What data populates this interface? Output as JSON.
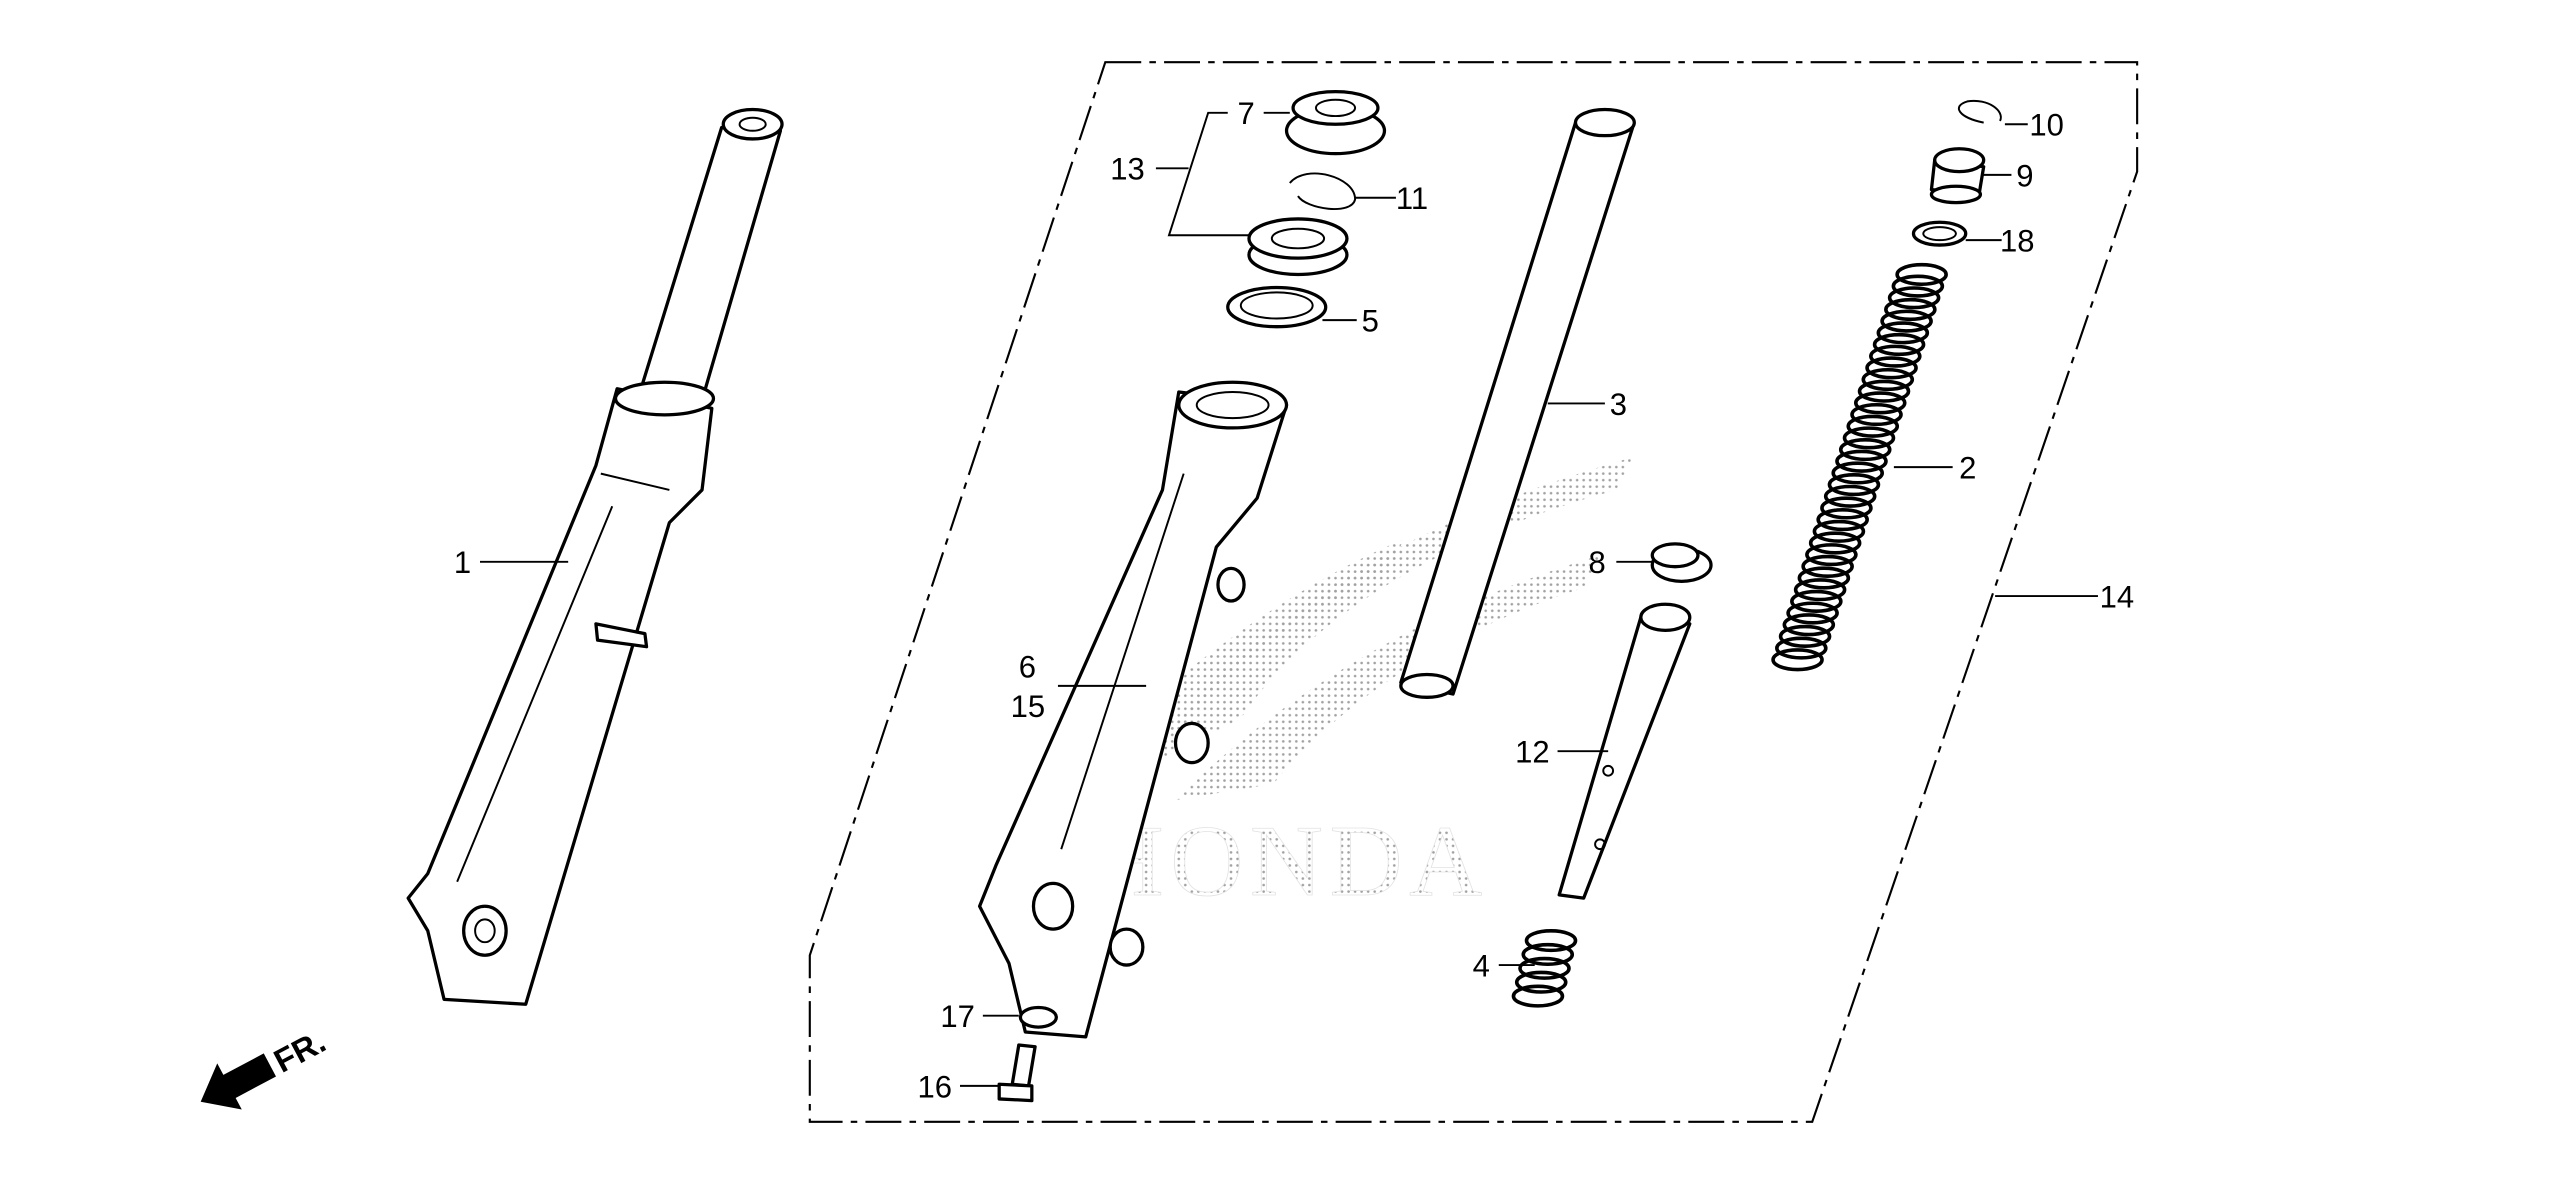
{
  "diagram": {
    "title": "Front fork parts diagram",
    "watermark": "HONDA",
    "direction_marker": "FR.",
    "callouts": [
      {
        "id": "1",
        "text": "1"
      },
      {
        "id": "2",
        "text": "2"
      },
      {
        "id": "3",
        "text": "3"
      },
      {
        "id": "4",
        "text": "4"
      },
      {
        "id": "5",
        "text": "5"
      },
      {
        "id": "6",
        "text": "6"
      },
      {
        "id": "7",
        "text": "7"
      },
      {
        "id": "8",
        "text": "8"
      },
      {
        "id": "9",
        "text": "9"
      },
      {
        "id": "10",
        "text": "10"
      },
      {
        "id": "11",
        "text": "11"
      },
      {
        "id": "12",
        "text": "12"
      },
      {
        "id": "13",
        "text": "13"
      },
      {
        "id": "14",
        "text": "14"
      },
      {
        "id": "15",
        "text": "15"
      },
      {
        "id": "16",
        "text": "16"
      },
      {
        "id": "17",
        "text": "17"
      },
      {
        "id": "18",
        "text": "18"
      }
    ]
  }
}
